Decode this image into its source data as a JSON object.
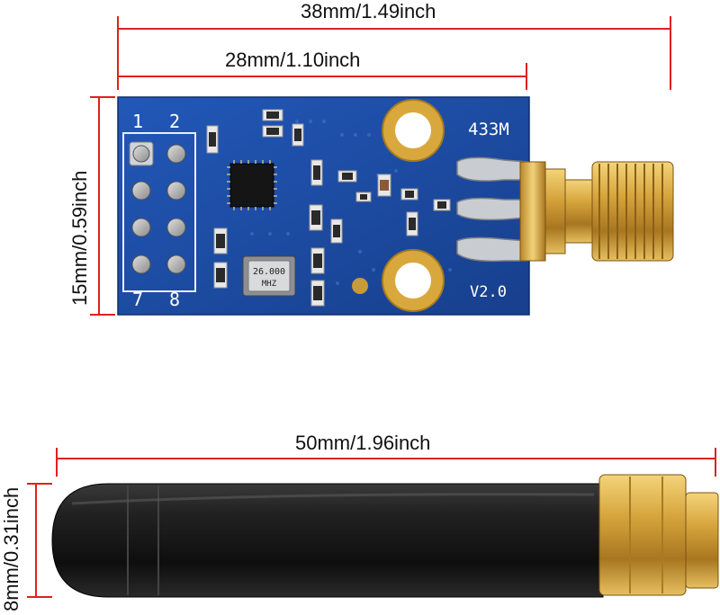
{
  "dimensions": {
    "module_total_width": "38mm/1.49inch",
    "module_pcb_width": "28mm/1.10inch",
    "module_height": "15mm/0.59inch",
    "antenna_length": "50mm/1.96inch",
    "antenna_diameter": "8mm/0.31inch"
  },
  "module": {
    "frequency_label": "433M",
    "version_label": "V2.0",
    "crystal_label_line1": "26.000",
    "crystal_label_line2": "MHZ",
    "pin_label_1": "1",
    "pin_label_2": "2",
    "pin_label_7": "7",
    "pin_label_8": "8"
  },
  "colors": {
    "pcb_blue": "#1a4fa8",
    "dimension_line": "#e02020",
    "gold": "#d4a640",
    "antenna_black": "#1b1b1b"
  }
}
